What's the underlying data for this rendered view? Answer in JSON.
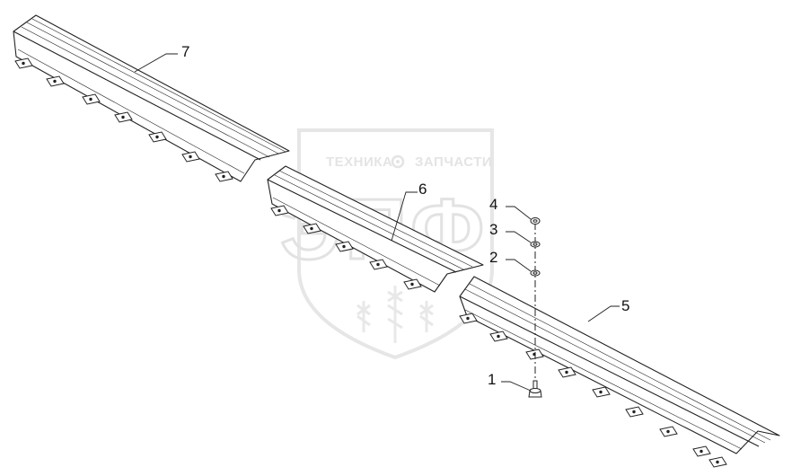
{
  "watermark": {
    "left_word": "ТЕХНИКА",
    "right_word": "ЗАПЧАСТИ",
    "logo_text": "ЭПФ"
  },
  "callouts": [
    {
      "id": "1",
      "label": "1"
    },
    {
      "id": "2",
      "label": "2"
    },
    {
      "id": "3",
      "label": "3"
    },
    {
      "id": "4",
      "label": "4"
    },
    {
      "id": "5",
      "label": "5"
    },
    {
      "id": "6",
      "label": "6"
    },
    {
      "id": "7",
      "label": "7"
    }
  ],
  "colors": {
    "line": "#222222",
    "watermark": "#e2e2e2",
    "background": "#ffffff"
  }
}
